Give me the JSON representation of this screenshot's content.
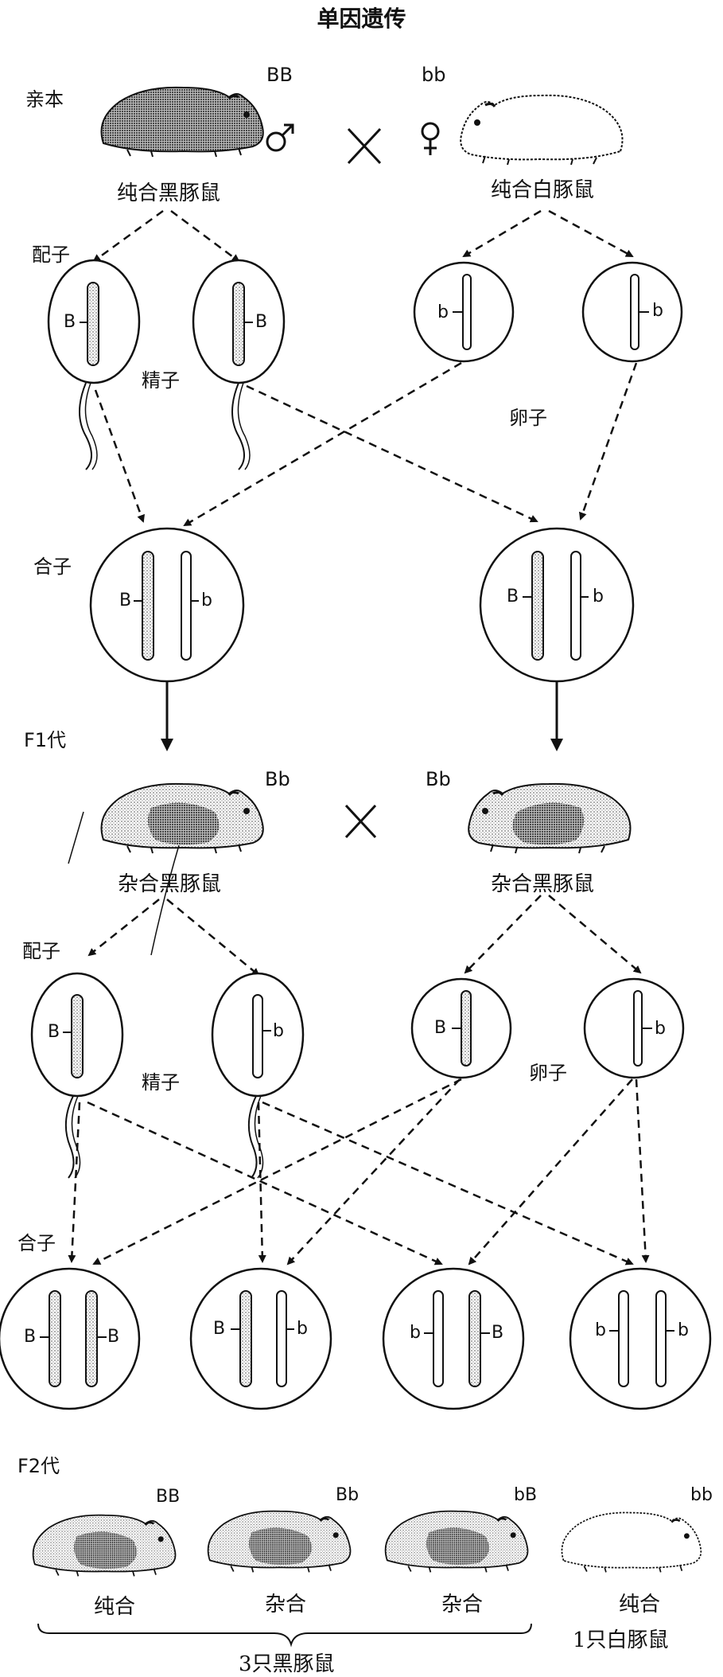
{
  "title": "单因遗传",
  "parents": {
    "stage_label": "亲本",
    "male": {
      "genotype": "BB",
      "symbol": "♂",
      "label": "纯合黑豚鼠"
    },
    "cross": "×",
    "female": {
      "genotype": "bb",
      "symbol": "♀",
      "label": "纯合白豚鼠"
    }
  },
  "gametes1": {
    "stage_label": "配子",
    "sperm_label": "精子",
    "egg_label": "卵子",
    "sperm": [
      {
        "allele": "B"
      },
      {
        "allele": "B"
      }
    ],
    "eggs": [
      {
        "allele": "b"
      },
      {
        "allele": "b"
      }
    ]
  },
  "zygotes1": {
    "stage_label": "合子",
    "cells": [
      {
        "left": "B",
        "right": "b"
      },
      {
        "left": "B",
        "right": "b"
      }
    ]
  },
  "f1": {
    "stage_label": "F1代",
    "left": {
      "genotype": "Bb",
      "label": "杂合黑豚鼠"
    },
    "cross": "×",
    "right": {
      "genotype": "Bb",
      "label": "杂合黑豚鼠"
    }
  },
  "gametes2": {
    "stage_label": "配子",
    "sperm_label": "精子",
    "egg_label": "卵子",
    "sperm": [
      {
        "allele": "B"
      },
      {
        "allele": "b"
      }
    ],
    "eggs": [
      {
        "allele": "B"
      },
      {
        "allele": "b"
      }
    ]
  },
  "zygotes2": {
    "stage_label": "合子",
    "cells": [
      {
        "left": "B",
        "right": "B"
      },
      {
        "left": "B",
        "right": "b"
      },
      {
        "left": "b",
        "right": "B"
      },
      {
        "left": "b",
        "right": "b"
      }
    ]
  },
  "f2": {
    "stage_label": "F2代",
    "offspring": [
      {
        "genotype": "BB",
        "label": "纯合"
      },
      {
        "genotype": "Bb",
        "label": "杂合"
      },
      {
        "genotype": "bB",
        "label": "杂合"
      },
      {
        "genotype": "bb",
        "label": "纯合"
      }
    ],
    "black_summary": "3只黑豚鼠",
    "white_summary": "1只白豚鼠"
  },
  "colors": {
    "ink": "#111111",
    "stipple": "#9a9a9a"
  }
}
